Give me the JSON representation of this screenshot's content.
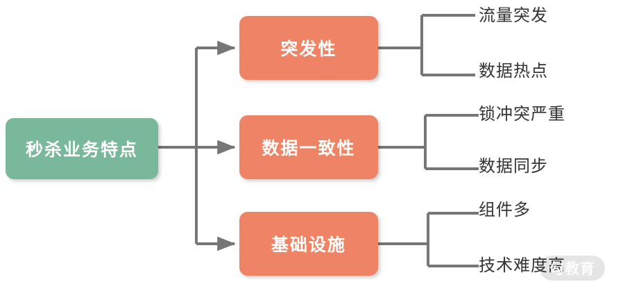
{
  "diagram": {
    "type": "mind-map-tree",
    "title": "秒杀业务特点",
    "root": {
      "label": "秒杀业务特点",
      "color": "#79b89a",
      "text_color": "#ffffff"
    },
    "branch_color": "#ee8465",
    "branch_text_color": "#ffffff",
    "connector_color": "#767676",
    "leaf_text_color": "#333333",
    "branches": [
      {
        "label": "突发性",
        "leaves": [
          "流量突发",
          "数据热点"
        ]
      },
      {
        "label": "数据一致性",
        "leaves": [
          "锁冲突严重",
          "数据同步"
        ]
      },
      {
        "label": "基础设施",
        "leaves": [
          "组件多",
          "技术难度高"
        ]
      }
    ]
  },
  "watermark": {
    "text": "勾教育"
  }
}
